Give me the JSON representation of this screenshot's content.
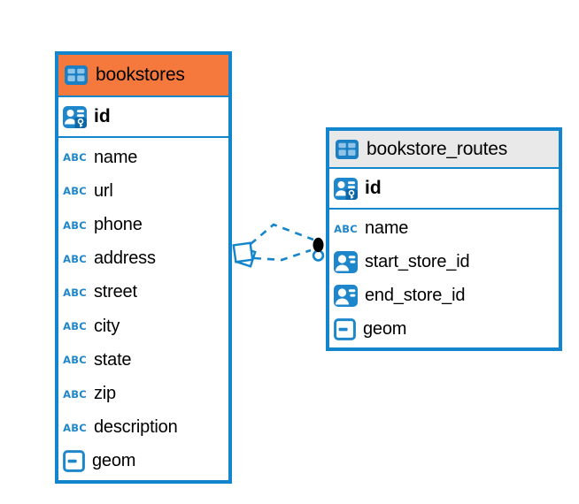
{
  "diagram": {
    "type": "entity-relationship",
    "tables": [
      {
        "name": "bookstores",
        "header_color": "#F5793D",
        "primary_key": {
          "name": "id",
          "type_icon": "primary-key"
        },
        "columns": [
          {
            "name": "name",
            "type_icon": "text"
          },
          {
            "name": "url",
            "type_icon": "text"
          },
          {
            "name": "phone",
            "type_icon": "text"
          },
          {
            "name": "address",
            "type_icon": "text"
          },
          {
            "name": "street",
            "type_icon": "text"
          },
          {
            "name": "city",
            "type_icon": "text"
          },
          {
            "name": "state",
            "type_icon": "text"
          },
          {
            "name": "zip",
            "type_icon": "text"
          },
          {
            "name": "description",
            "type_icon": "text"
          },
          {
            "name": "geom",
            "type_icon": "geometry"
          }
        ]
      },
      {
        "name": "bookstore_routes",
        "header_color": "#E9E9E9",
        "primary_key": {
          "name": "id",
          "type_icon": "primary-key"
        },
        "columns": [
          {
            "name": "name",
            "type_icon": "text"
          },
          {
            "name": "start_store_id",
            "type_icon": "reference-id"
          },
          {
            "name": "end_store_id",
            "type_icon": "reference-id"
          },
          {
            "name": "geom",
            "type_icon": "geometry"
          }
        ]
      }
    ],
    "relationships": {
      "from_table": "bookstores",
      "to_table": "bookstore_routes",
      "line_count": 2,
      "line_style": "dashed",
      "line_color": "#1385CD",
      "source_marker": "diamond",
      "target_marker": "filled-dot-and-ring"
    }
  },
  "icons": {
    "text_type_glyph": "ABC"
  },
  "colors": {
    "accent_blue": "#1385CD",
    "header_orange": "#F5793D",
    "header_gray": "#E9E9E9",
    "text": "#000000"
  }
}
